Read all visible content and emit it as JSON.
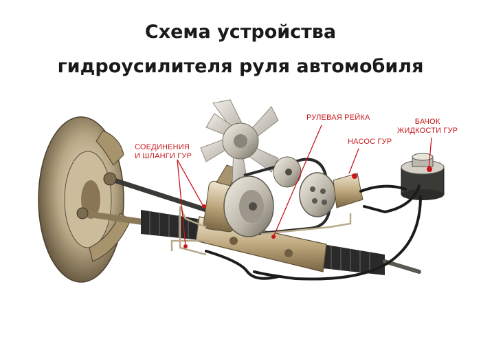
{
  "title": {
    "line1": "Схема устройства",
    "line2": "гидроусилителя руля автомобиля"
  },
  "labels": {
    "hoses": {
      "line1": "СОЕДИНЕНИЯ",
      "line2": "И ШЛАНГИ ГУР"
    },
    "rack": "РУЛЕВАЯ РЕЙКА",
    "pump": "НАСОС ГУР",
    "reservoir": {
      "line1": "БАЧОК",
      "line2": "ЖИДКОСТИ ГУР"
    }
  },
  "colors": {
    "callout": "#c8161b",
    "metal": "#c9b68f",
    "metal_dark": "#6b5a3c",
    "hose": "#1c1c1c"
  }
}
